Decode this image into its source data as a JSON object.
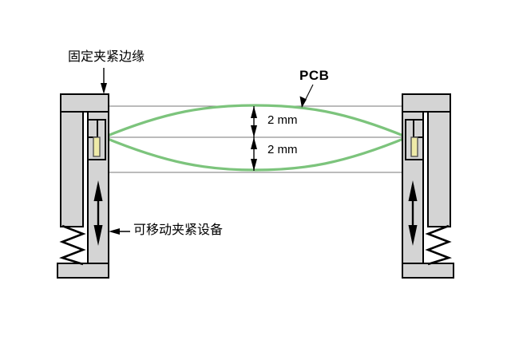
{
  "diagram": {
    "title": "PCB vibration clamping fixture diagram",
    "background_color": "#ffffff",
    "labels": {
      "fixed_clamp_edge": "固定夹紧边缘",
      "movable_clamp_device": "可移动夹紧设备",
      "pcb": "PCB",
      "dimension_top": "2 mm",
      "dimension_bottom": "2 mm"
    },
    "colors": {
      "pcb_curve": "#7cc47c",
      "fixture_fill": "#d4d4d4",
      "fixture_outline": "#000000",
      "pcb_insert_fill": "#eeeaa8",
      "reference_line": "#777777",
      "arrow": "#000000"
    },
    "icons": {
      "left_motion_arrow": "double-headed-vertical-arrow",
      "right_motion_arrow": "double-headed-vertical-arrow",
      "dimension_arrow_top": "double-headed-vertical-arrow",
      "dimension_arrow_bottom": "double-headed-vertical-arrow",
      "fixed_clamp_leader": "down-arrow-leader",
      "movable_clamp_leader": "left-arrow-leader",
      "pcb_leader": "diagonal-arrow-leader",
      "left_spring": "coil-spring",
      "right_spring": "coil-spring"
    }
  }
}
